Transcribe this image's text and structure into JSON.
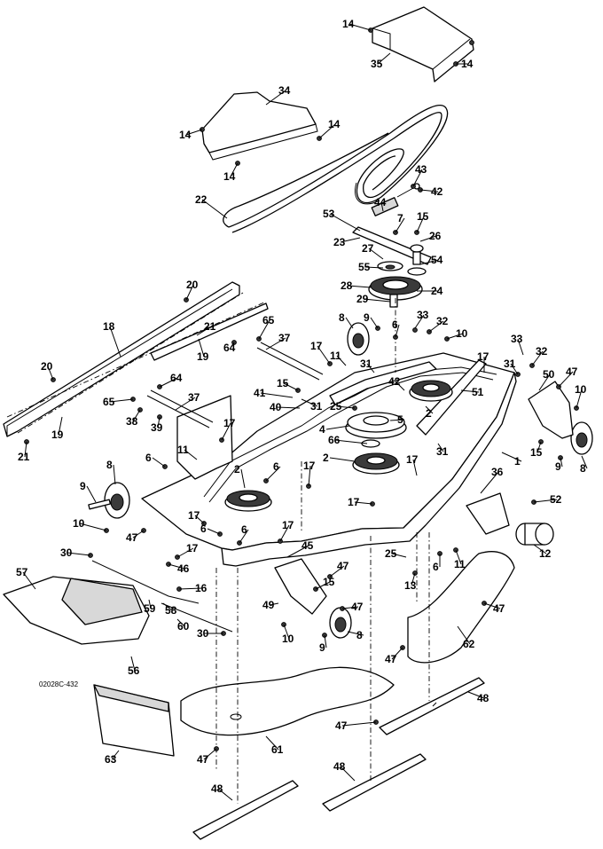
{
  "figure_code": "02028C-432",
  "callouts": [
    "1",
    "2",
    "4",
    "5",
    "6",
    "7",
    "8",
    "9",
    "10",
    "11",
    "12",
    "13",
    "14",
    "15",
    "16",
    "17",
    "18",
    "19",
    "20",
    "21",
    "22",
    "23",
    "24",
    "25",
    "26",
    "27",
    "28",
    "29",
    "30",
    "31",
    "32",
    "33",
    "34",
    "35",
    "36",
    "37",
    "38",
    "39",
    "40",
    "41",
    "42",
    "43",
    "44",
    "45",
    "46",
    "47",
    "48",
    "49",
    "50",
    "51",
    "52",
    "53",
    "54",
    "55",
    "56",
    "57",
    "58",
    "59",
    "60",
    "61",
    "62",
    "63",
    "64",
    "65",
    "66"
  ]
}
